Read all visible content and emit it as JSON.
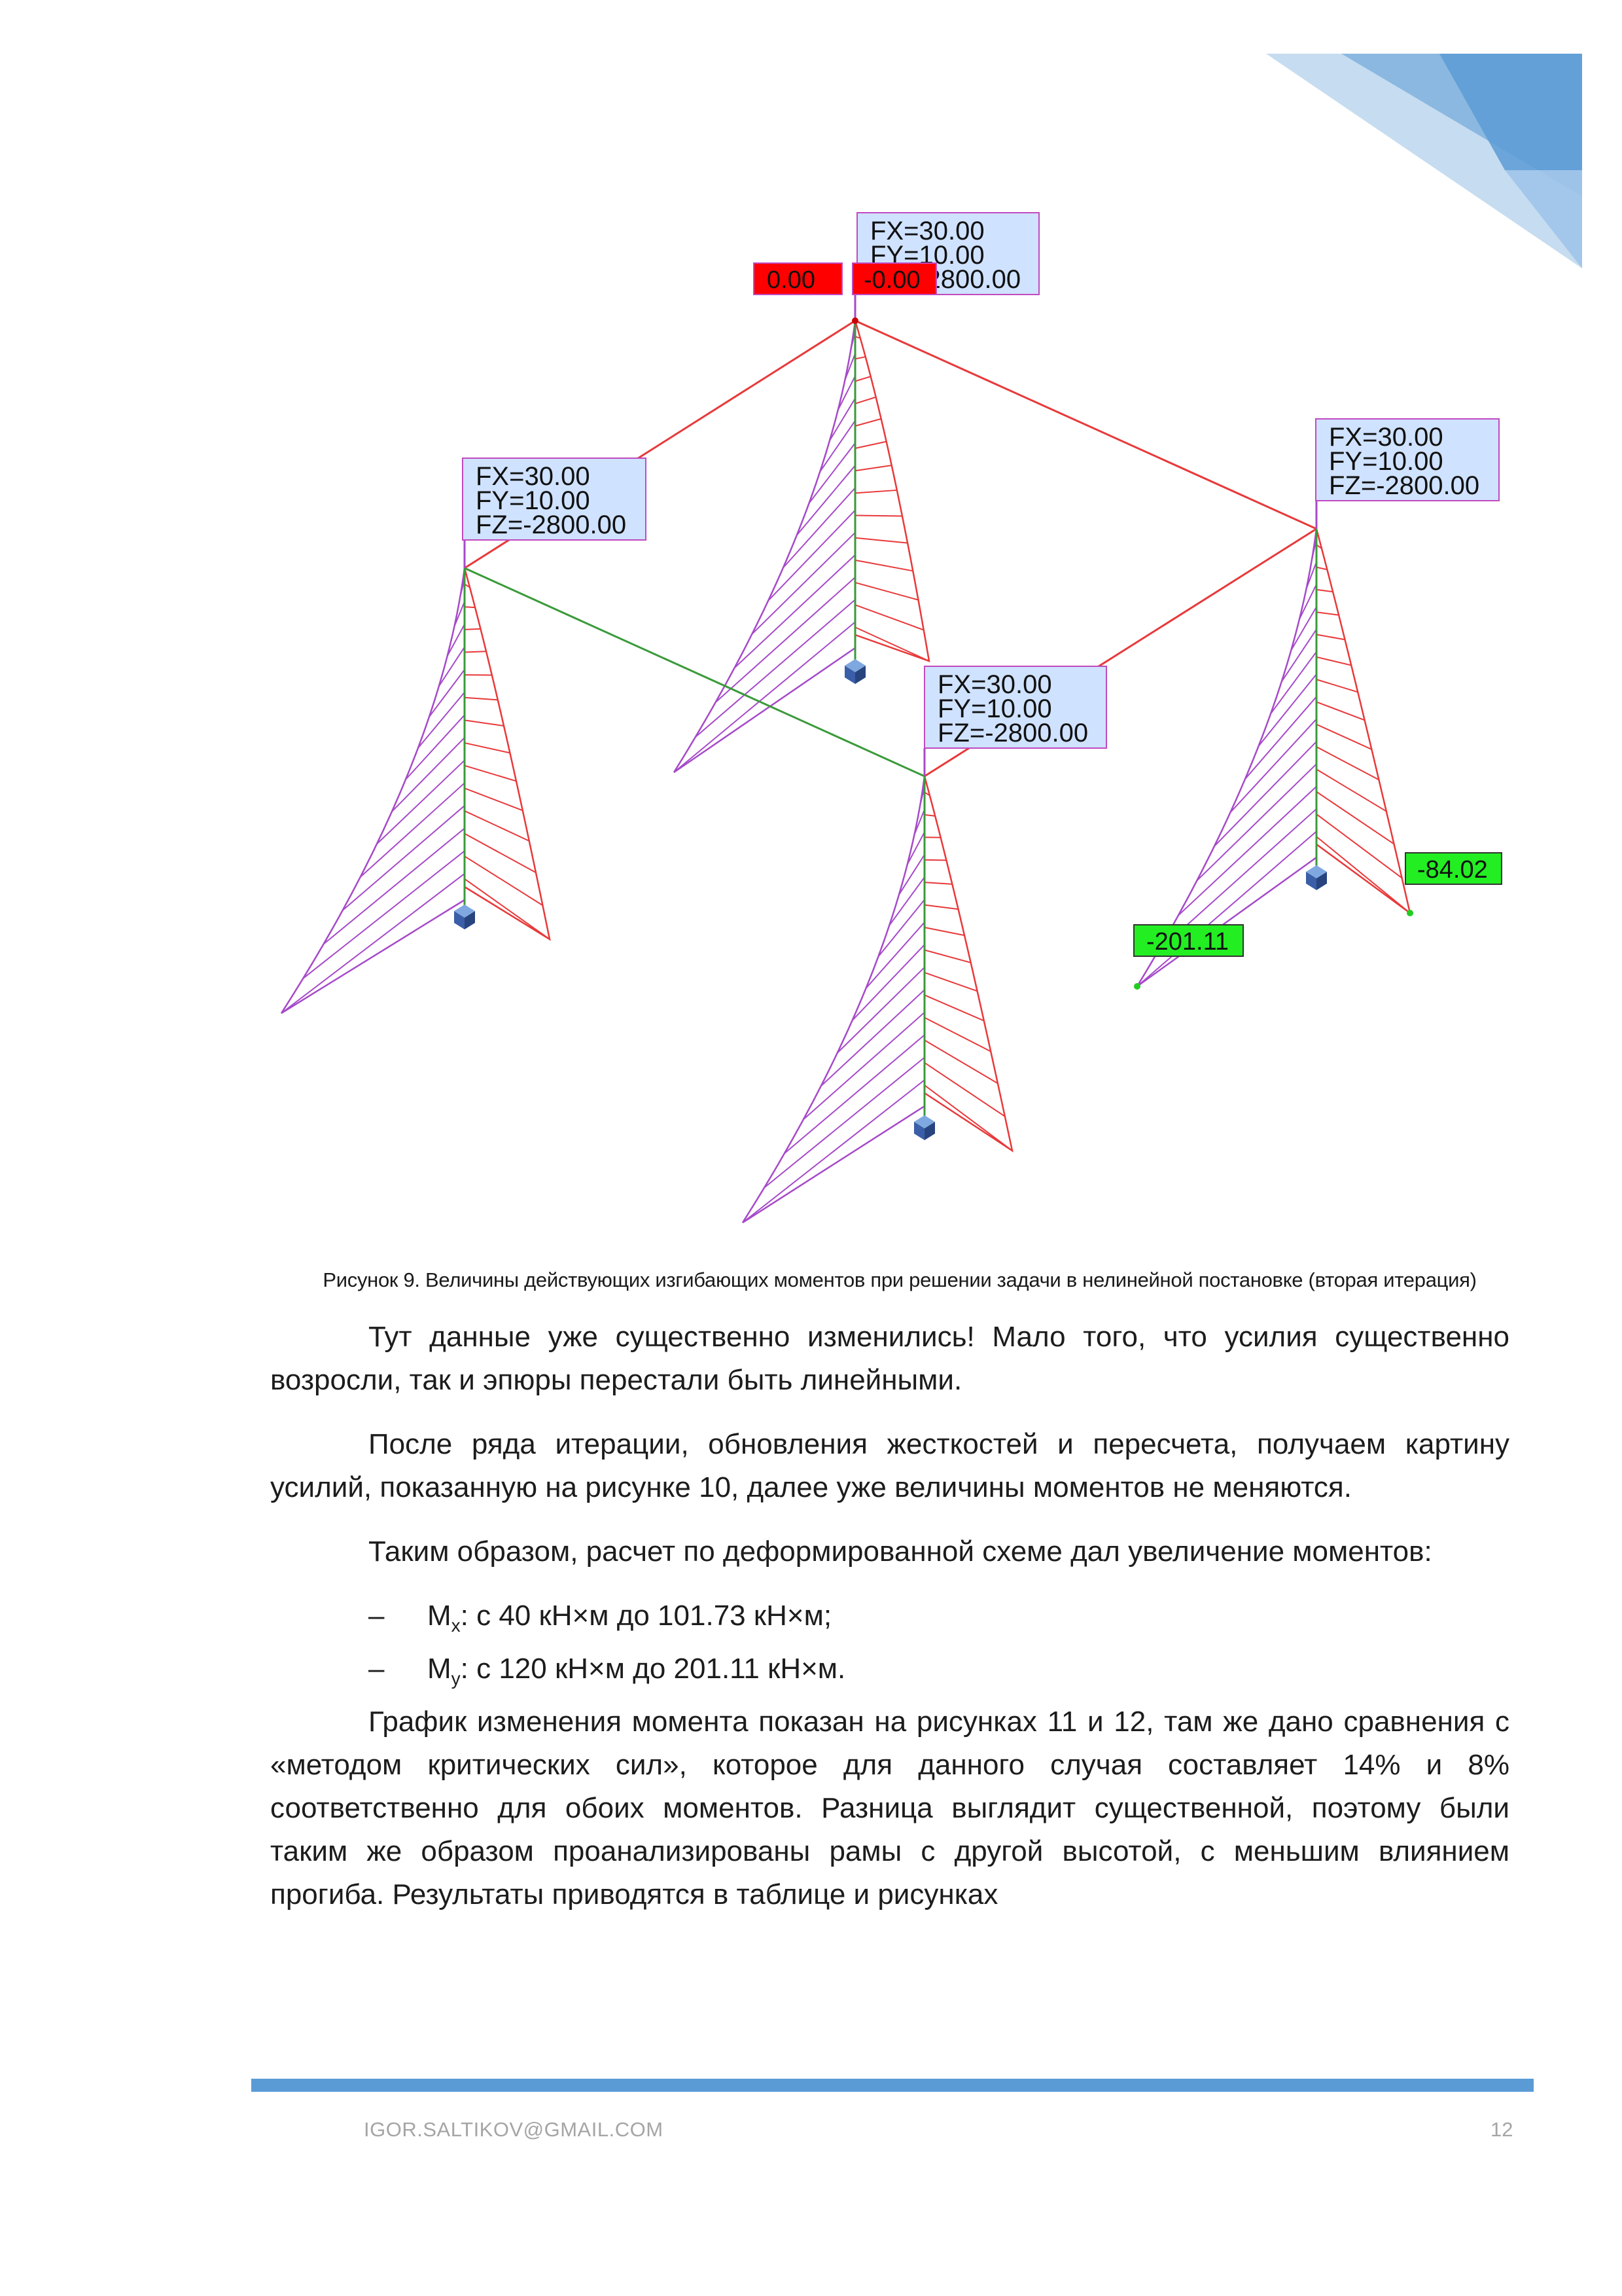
{
  "figure": {
    "load_labels": [
      {
        "fx": "FX=30.00",
        "fy": "FY=10.00",
        "fz": "FZ=-2800.00"
      },
      {
        "fx": "FX=30.00",
        "fy": "FY=10.00",
        "fz": "FZ=-2800.00"
      },
      {
        "fx": "FX=30.00",
        "fy": "FY=10.00",
        "fz": "FZ=-2800.00"
      },
      {
        "fx": "FX=30.00",
        "fy": "FY=10.00",
        "fz": "FZ=-2800.00"
      }
    ],
    "value_labels": {
      "top_left_red": "0.00",
      "top_right_red": "-0.00",
      "right_green": "-84.02",
      "left_green": "-201.11"
    },
    "colors": {
      "frame_red": "#e8393a",
      "frame_green": "#3a9a3a",
      "hatch_red": "#e8393a",
      "hatch_purple": "#a64ac9",
      "label_bg": "#cfe2ff",
      "label_border": "#c04ac0",
      "value_red": "#ff0000",
      "value_green": "#22ee22",
      "accent_blue": "#5b9bd5"
    }
  },
  "caption": "Рисунок 9. Величины действующих изгибающих моментов при решении задачи в нелинейной постановке (вторая итерация)",
  "body": {
    "p1": "Тут данные уже существенно изменились! Мало того, что усилия существенно возросли, так и эпюры перестали быть линейными.",
    "p2": "После ряда итерации, обновления жесткостей и пересчета, получаем картину усилий, показанную на рисунке 10, далее уже величины моментов не меняются.",
    "p3": "Таким образом, расчет по деформированной схеме дал увеличение моментов:",
    "bullets": [
      {
        "dash": "–",
        "symbol": "M",
        "sub": "x",
        "text": ": с 40 кН×м до 101.73 кН×м;"
      },
      {
        "dash": "–",
        "symbol": "M",
        "sub": "y",
        "text": ": с 120 кН×м до 201.11 кН×м."
      }
    ],
    "p4": "График изменения момента показан на рисунках 11 и 12, там же дано сравнения с «методом критических сил», которое для данного случая составляет 14% и 8% соответственно для обоих моментов. Разница выглядит существенной, поэтому были таким же образом проанализированы рамы с другой высотой, с меньшим влиянием прогиба. Результаты приводятся в таблице и рисунках"
  },
  "footer": {
    "email": "IGOR.SALTIKOV@GMAIL.COM",
    "page": "12"
  }
}
